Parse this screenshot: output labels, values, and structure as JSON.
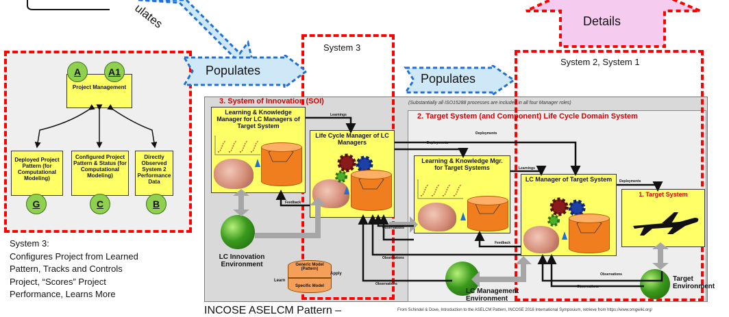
{
  "colors": {
    "red_dash": "#ff0000",
    "yellow": "#ffff66",
    "blue_arrow": "#cfe8f7",
    "pink": "#f5ccf0",
    "green": "#8fd14f",
    "gray_panel": "#d9d9d9"
  },
  "top_arrow": {
    "label": "ulates"
  },
  "details": {
    "label": "Details"
  },
  "system3_label": "System 3",
  "system21_label": "System 2, System 1",
  "populates_left": "Populates",
  "populates_right": "Populates",
  "left_panel": {
    "project_management": "Project Management",
    "deployed": "Deployed Project Pattern (for Computational Modeling)",
    "configured": "Configured Project Pattern & Status (for Computational Modeling)",
    "observed": "Directly Observed System 2 Performance Data",
    "circle_a": "A",
    "circle_a1": "A1",
    "circle_g": "G",
    "circle_c": "C",
    "circle_b": "B"
  },
  "system3_text": {
    "line1": "System 3:",
    "line2": "Configures Project from Learned",
    "line3": "Pattern, Tracks and Controls",
    "line4": "Project, “Scores” Project",
    "line5": "Performance, Learns More"
  },
  "main": {
    "soi_title": "3.  System of Innovation (SOI)",
    "note": "(Substantially all ISO15288 processes are included in all four Manager roles)",
    "target_domain_title": "2.  Target System (and Component)  Life Cycle Domain System",
    "lk_manager": "Learning & Knowledge Manager for LC Managers of Target System",
    "lcm_of_lcm": "Life Cycle Manager of LC Managers",
    "lk_target": "Learning & Knowledge Mgr. for Target Systems",
    "lc_target": "LC Manager of Target System",
    "target_system": "1. Target System",
    "lc_innovation_env": "LC Innovation Environment",
    "lc_management_env": "LC Management Environment",
    "target_env": "Target Environment",
    "generic_model": "Generic Model (Pattern)",
    "specific_model": "Specific Model",
    "learn": "Learn",
    "apply": "Apply",
    "learnings_1": "Learnings",
    "learnings_2": "Learnings",
    "deployments_1": "Deployments",
    "deployments_2": "Deployments",
    "deployments_3": "Deployments",
    "feedback_1": "Feedback",
    "feedback_2": "Feedback",
    "observations_1": "Observations",
    "observations_2": "Observations",
    "observations_3": "Observations",
    "observations_4": "Observations",
    "observations_5": "Observations"
  },
  "footer": {
    "caption": "INCOSE ASELCM Pattern –",
    "source": "From Schindel & Dove, Introduction to the ASELCM Pattern, INCOSE 2016 International Symposium, retrieve from https://www.omgwiki.org/"
  }
}
